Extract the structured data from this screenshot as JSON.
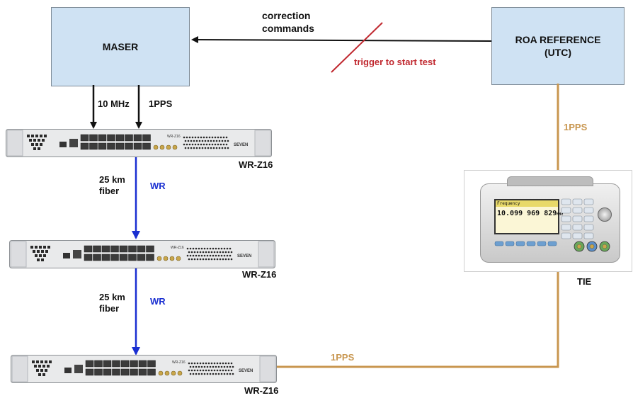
{
  "boxes": {
    "maser": "MASER",
    "roa": "ROA REFERENCE\n(UTC)"
  },
  "labels": {
    "correction": "correction\ncommands",
    "trigger": "trigger to start test",
    "ten_mhz": "10 MHz",
    "one_pps_top": "1PPS",
    "one_pps_right": "1PPS",
    "one_pps_bottom": "1PPS",
    "fiber1": "25 km\nfiber",
    "fiber2": "25 km\nfiber",
    "wr1": "WR",
    "wr2": "WR",
    "switch1": "WR-Z16",
    "switch2": "WR-Z16",
    "switch3": "WR-Z16",
    "tie": "TIE"
  },
  "counter": {
    "reading": "10.099 969 829",
    "unit": "MHz",
    "header": "Frequency"
  },
  "device": {
    "model": "WR-Z16",
    "brand": "SEVEN"
  },
  "colors": {
    "box_fill": "#cfe2f3",
    "wr_blue": "#1a2fd1",
    "pps_orange": "#c8964f",
    "trigger_red": "#c0282f"
  }
}
